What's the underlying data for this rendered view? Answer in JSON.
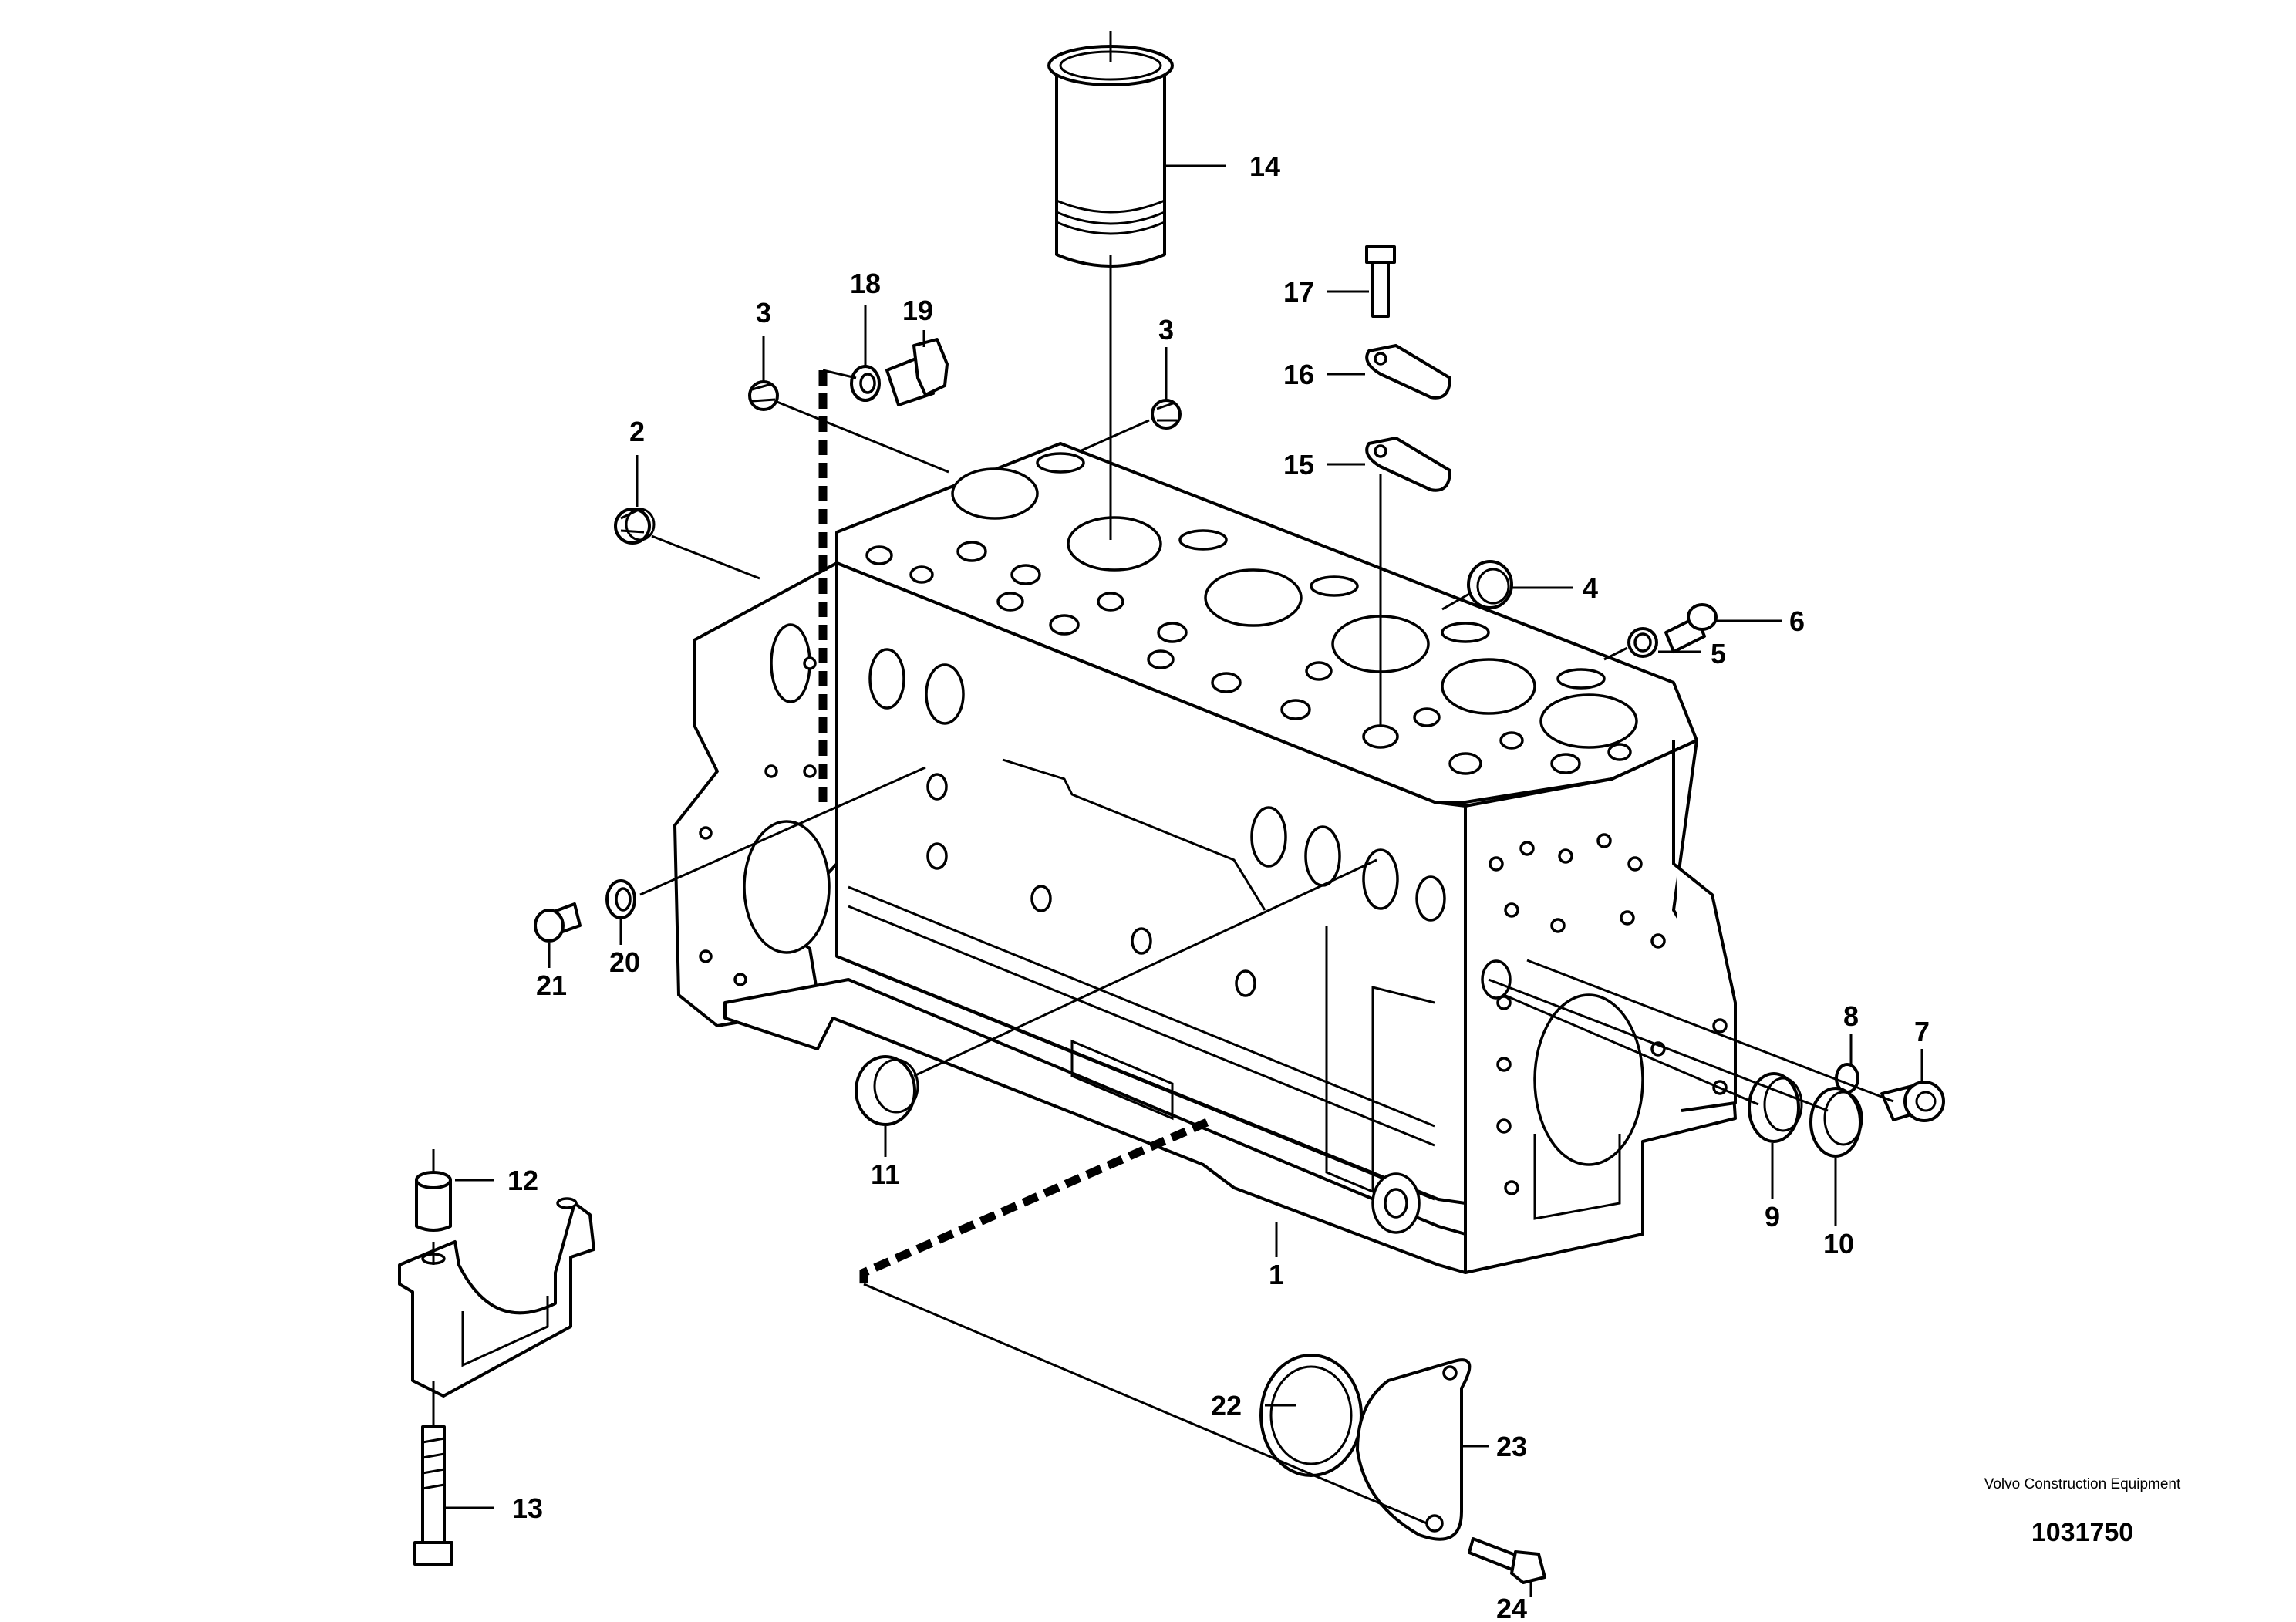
{
  "callouts": [
    {
      "id": "1",
      "text": "1"
    },
    {
      "id": "2",
      "text": "2"
    },
    {
      "id": "3a",
      "text": "3"
    },
    {
      "id": "3b",
      "text": "3"
    },
    {
      "id": "4",
      "text": "4"
    },
    {
      "id": "5",
      "text": "5"
    },
    {
      "id": "6",
      "text": "6"
    },
    {
      "id": "7",
      "text": "7"
    },
    {
      "id": "8",
      "text": "8"
    },
    {
      "id": "9",
      "text": "9"
    },
    {
      "id": "10",
      "text": "10"
    },
    {
      "id": "11",
      "text": "11"
    },
    {
      "id": "12",
      "text": "12"
    },
    {
      "id": "13",
      "text": "13"
    },
    {
      "id": "14",
      "text": "14"
    },
    {
      "id": "15",
      "text": "15"
    },
    {
      "id": "16",
      "text": "16"
    },
    {
      "id": "17",
      "text": "17"
    },
    {
      "id": "18",
      "text": "18"
    },
    {
      "id": "19",
      "text": "19"
    },
    {
      "id": "20",
      "text": "20"
    },
    {
      "id": "21",
      "text": "21"
    },
    {
      "id": "22",
      "text": "22"
    },
    {
      "id": "23",
      "text": "23"
    },
    {
      "id": "24",
      "text": "24"
    }
  ],
  "caption": {
    "company": "Volvo Construction Equipment",
    "drawing_number": "1031750"
  },
  "colors": {
    "line": "#000000",
    "background": "#ffffff"
  }
}
